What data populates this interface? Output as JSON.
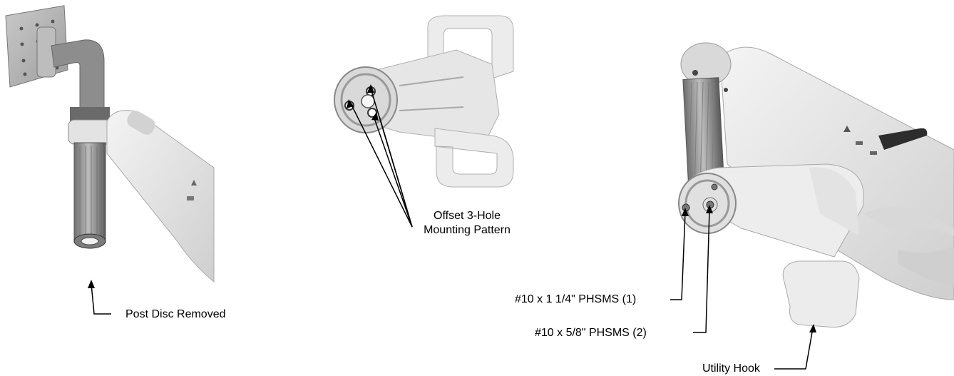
{
  "labels": {
    "post_disc_removed": "Post Disc Removed",
    "offset_line1": "Offset 3-Hole",
    "offset_line2": "Mounting Pattern",
    "screw_long": "#10 x 1 1/4\" PHSMS (1)",
    "screw_short": "#10 x 5/8\" PHSMS (2)",
    "utility_hook": "Utility Hook"
  },
  "colors": {
    "part_light": "#e9e9e9",
    "part_mid": "#cfcfcf",
    "part_dark": "#8c8c8c",
    "post_gray": "#9a9a9a",
    "line": "#000000"
  }
}
